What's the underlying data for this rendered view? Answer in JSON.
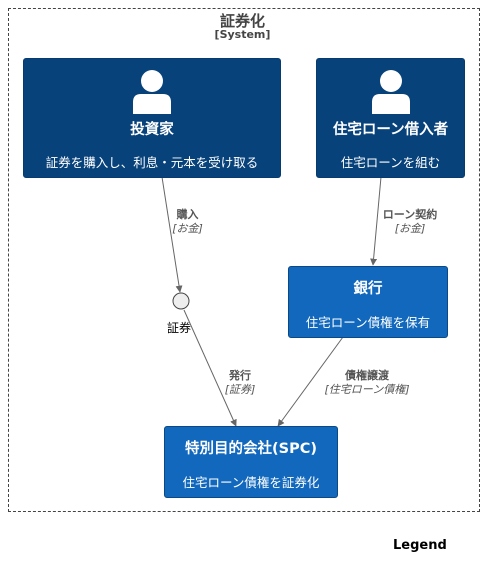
{
  "boundary": {
    "title": "証券化",
    "subtitle": "[System]"
  },
  "nodes": {
    "investor": {
      "name": "投資家",
      "desc": "証券を購入し、利息・元本を受け取る",
      "icon": "person-icon"
    },
    "borrower": {
      "name": "住宅ローン借入者",
      "desc": "住宅ローンを組む",
      "icon": "person-icon"
    },
    "bank": {
      "name": "銀行",
      "desc": "住宅ローン債権を保有"
    },
    "spc": {
      "name": "特別目的会社(SPC)",
      "desc": "住宅ローン債権を証券化"
    },
    "securities": {
      "name": "証券"
    }
  },
  "edges": {
    "purchase": {
      "label": "購入",
      "tech": "[お金]"
    },
    "loan": {
      "label": "ローン契約",
      "tech": "[お金]"
    },
    "issue": {
      "label": "発行",
      "tech": "[証券]"
    },
    "transfer": {
      "label": "債権譲渡",
      "tech": "[住宅ローン債権]"
    }
  },
  "legend": {
    "title": "Legend"
  },
  "colors": {
    "person": "#08427b",
    "system": "#1168bd",
    "edge": "#666666"
  }
}
